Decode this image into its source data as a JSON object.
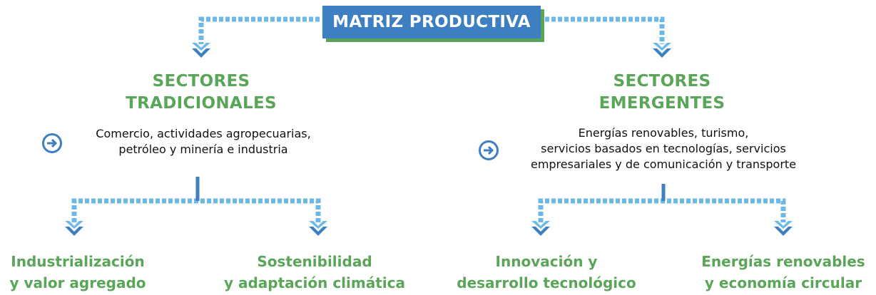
{
  "title": "MATRIZ PRODUCTIVA",
  "colors": {
    "blue": "#3d7fc1",
    "light_blue": "#6cb8e8",
    "green": "#5aa55a"
  },
  "left": {
    "heading_line1": "SECTORES",
    "heading_line2": "TRADICIONALES",
    "desc_line1": "Comercio, actividades agropecuarias,",
    "desc_line2": "petróleo y minería e industria",
    "icon": "arrow-circle-icon",
    "children": [
      {
        "line1": "Industrialización",
        "line2": "y valor agregado"
      },
      {
        "line1": "Sostenibilidad",
        "line2": "y adaptación climática"
      }
    ]
  },
  "right": {
    "heading_line1": "SECTORES",
    "heading_line2": "EMERGENTES",
    "desc_line1": "Energías renovables, turismo,",
    "desc_line2": "servicios basados en tecnologías, servicios",
    "desc_line3": "empresariales y de comunicación y transporte",
    "icon": "arrow-circle-icon",
    "children": [
      {
        "line1": "Innovación y",
        "line2": "desarrollo tecnológico"
      },
      {
        "line1": "Energías renovables",
        "line2": "y economía circular"
      }
    ]
  }
}
